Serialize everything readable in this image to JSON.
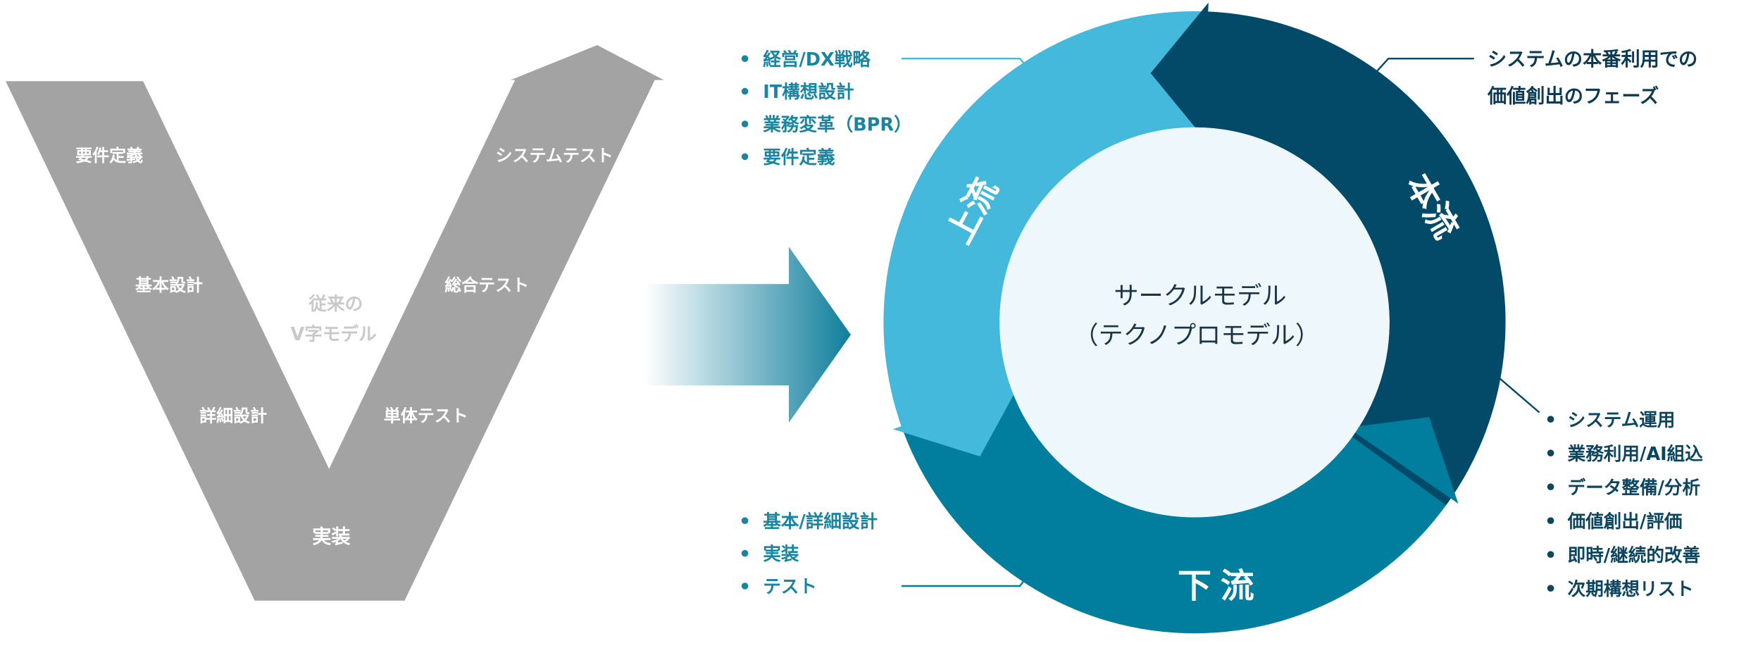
{
  "v_model": {
    "title_line1": "従来の",
    "title_line2": "V字モデル",
    "left_steps": [
      "要件定義",
      "基本設計",
      "詳細設計"
    ],
    "bottom_step": "実装",
    "right_steps": [
      "システムテスト",
      "総合テスト",
      "単体テスト"
    ],
    "color": "#a3a3a3"
  },
  "circle_model": {
    "center_line1": "サークルモデル",
    "center_line2": "（テクノプロモデル）",
    "segments": {
      "upstream": {
        "label": "上流",
        "color": "#45b9dc"
      },
      "mainstream": {
        "label": "本流",
        "color": "#034a68"
      },
      "downstream": {
        "label": "下流",
        "color": "#017e9e"
      }
    },
    "upstream_items": [
      "経営/DX戦略",
      "IT構想設計",
      "業務変革（BPR）",
      "要件定義"
    ],
    "downstream_items": [
      "基本/詳細設計",
      "実装",
      "テスト"
    ],
    "mainstream_note_line1": "システムの本番利用での",
    "mainstream_note_line2": "価値創出のフェーズ",
    "mainstream_items": [
      "システム運用",
      "業務利用/AI組込",
      "データ整備/分析",
      "価値創出/評価",
      "即時/継続的改善",
      "次期構想リスト"
    ]
  }
}
